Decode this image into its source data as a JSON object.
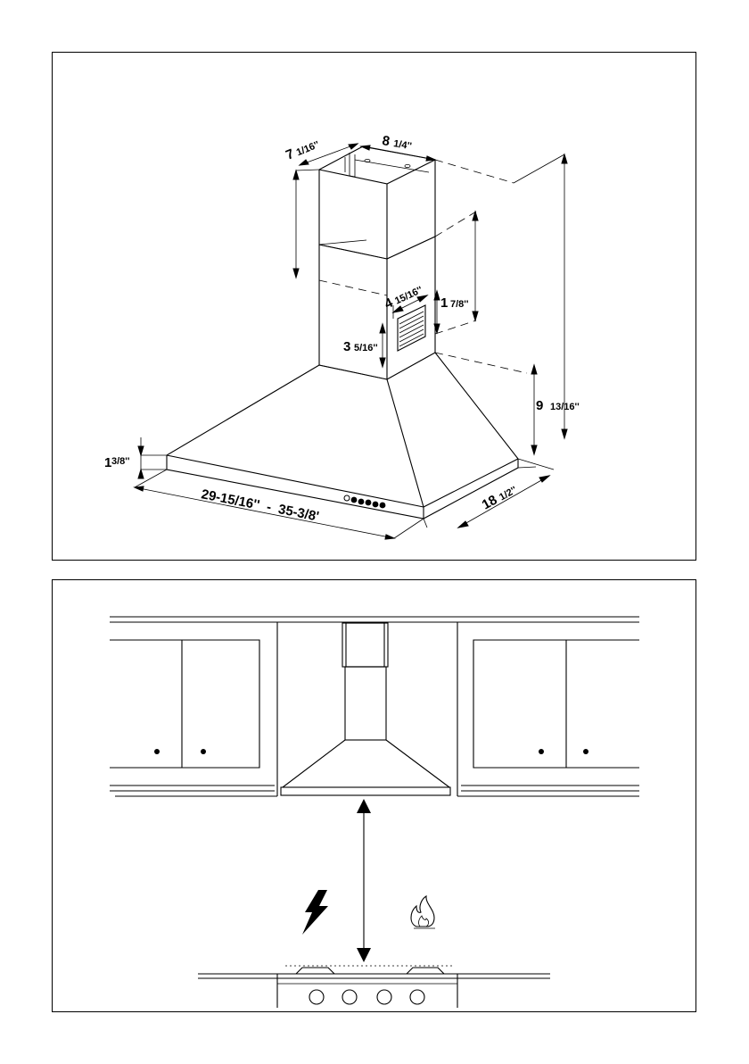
{
  "dimensions": {
    "chimney_depth": {
      "whole": "7",
      "fraction": "1/16''"
    },
    "chimney_width": {
      "whole": "8",
      "fraction": "1/4''"
    },
    "vent_width": {
      "whole": "4",
      "fraction": "15/16''"
    },
    "vent_offset": {
      "whole": "1",
      "fraction": "7/8''"
    },
    "vent_height": {
      "whole": "3",
      "fraction": "5/16''"
    },
    "canopy_height": {
      "whole": "9",
      "fraction": "13/16''"
    },
    "rim_height": {
      "whole": "1",
      "fraction": "3/8''"
    },
    "width_range": {
      "text": "29-15/16''  -  35-3/8'"
    },
    "depth": {
      "whole": "18",
      "fraction": "1/2''"
    }
  },
  "icons": {
    "electric": "lightning-bolt-icon",
    "gas": "gas-flame-icon",
    "buttons": "control-buttons-icon"
  },
  "colors": {
    "line": "#000000",
    "background": "#ffffff"
  }
}
